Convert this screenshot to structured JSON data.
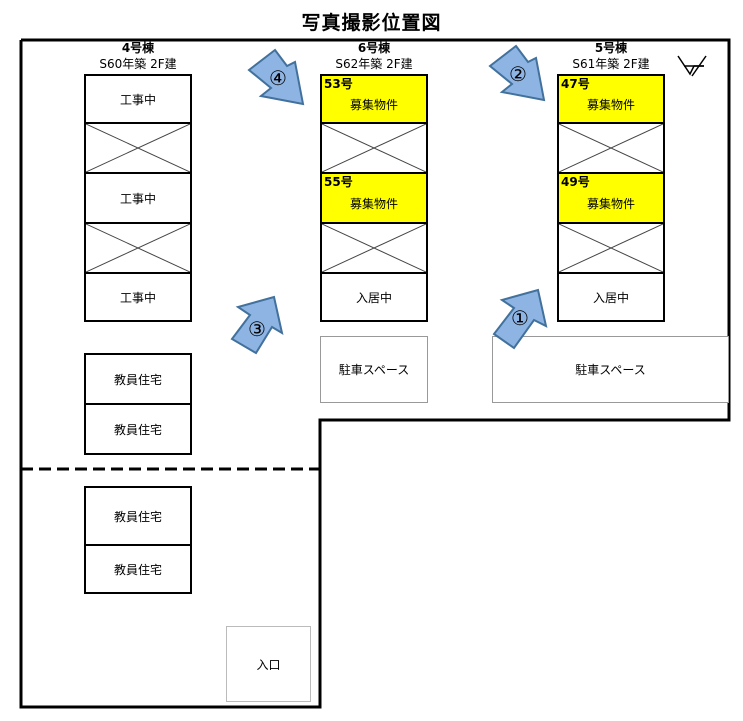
{
  "title": "写真撮影位置図",
  "buildings": {
    "b4": {
      "name": "4号棟",
      "year": "S60年築 2F建",
      "units": [
        "工事中",
        "",
        "工事中",
        "",
        "工事中"
      ]
    },
    "b6": {
      "name": "6号棟",
      "year": "S62年築 2F建",
      "units": [
        {
          "num": "53号",
          "label": "募集物件",
          "highlight": true
        },
        {
          "num": "",
          "label": "",
          "highlight": false
        },
        {
          "num": "55号",
          "label": "募集物件",
          "highlight": true
        },
        {
          "num": "",
          "label": "",
          "highlight": false
        },
        {
          "num": "",
          "label": "入居中",
          "highlight": false
        }
      ]
    },
    "b5": {
      "name": "5号棟",
      "year": "S61年築 2F建",
      "units": [
        {
          "num": "47号",
          "label": "募集物件",
          "highlight": true
        },
        {
          "num": "",
          "label": "",
          "highlight": false
        },
        {
          "num": "49号",
          "label": "募集物件",
          "highlight": true
        },
        {
          "num": "",
          "label": "",
          "highlight": false
        },
        {
          "num": "",
          "label": "入居中",
          "highlight": false
        }
      ]
    }
  },
  "parking": [
    "駐車スペース",
    "駐車スペース"
  ],
  "teacher_housing": [
    "教員住宅",
    "教員住宅",
    "教員住宅",
    "教員住宅"
  ],
  "entrance": "入口",
  "photo_points": [
    "①",
    "②",
    "③",
    "④"
  ],
  "north_icon": "north-compass-icon",
  "colors": {
    "highlight": "#ffff00",
    "arrow_fill": "#8eb4e3",
    "arrow_stroke": "#41719c"
  }
}
